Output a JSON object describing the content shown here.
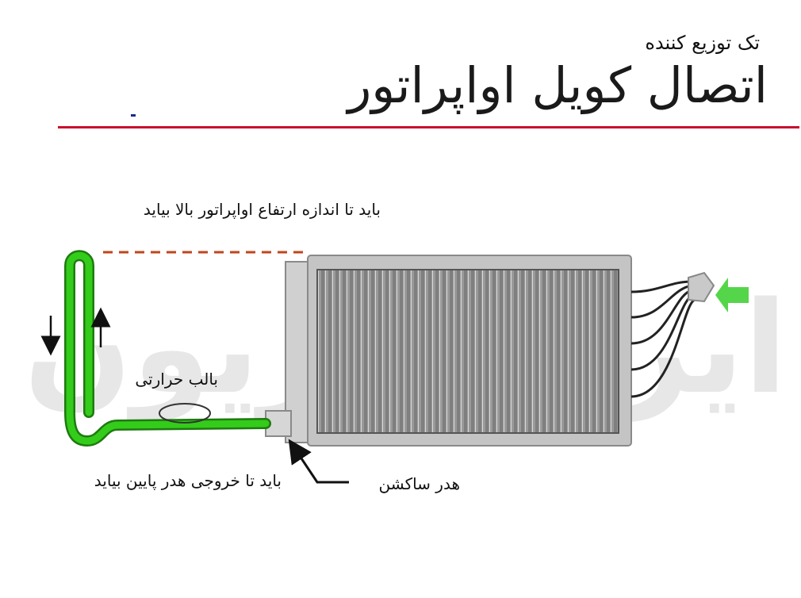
{
  "header": {
    "subtitle": "تک توزیع کننده",
    "title": "اتصال کویل اواپراتور"
  },
  "watermark": {
    "text": "ایران فریون"
  },
  "labels": {
    "top_note": "باید تا اندازه ارتفاع اواپراتور بالا بیاید",
    "thermal_bulb": "بالب حرارتی",
    "bottom_note": "باید تا خروجی هدر پایین بیاید",
    "suction_header": "هدر ساکشن"
  },
  "colors": {
    "accent_rule": "#c8102e",
    "pipe_green": "#33cc1a",
    "dashed_line": "#c0461b",
    "coil_frame": "#bfbfbf",
    "flow_arrow": "#55d64a"
  },
  "icons": [
    "down-arrow-icon",
    "up-arrow-icon",
    "flow-arrow-icon"
  ]
}
